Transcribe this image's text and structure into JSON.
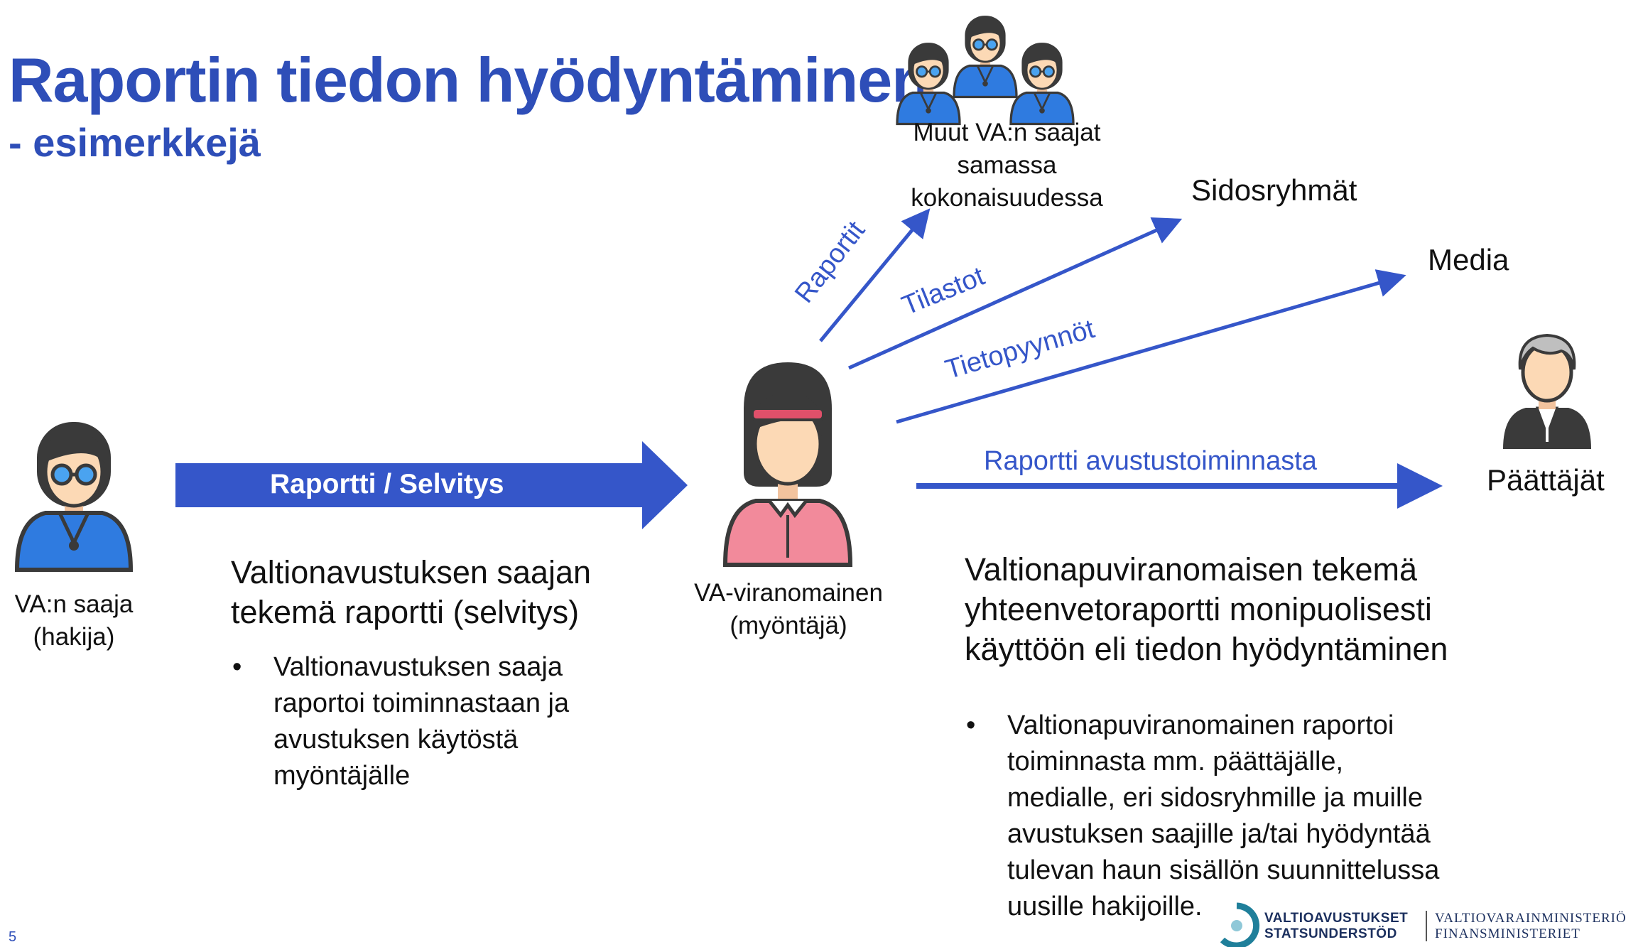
{
  "title": "Raportin tiedon hyödyntäminen",
  "subtitle": "- esimerkkejä",
  "actors": {
    "applicant": [
      "VA:n saaja",
      "(hakija)"
    ],
    "authority": [
      "VA-viranomainen",
      "(myöntäjä)"
    ],
    "others": [
      "Muut VA:n saajat",
      "samassa",
      "kokonaisuudessa"
    ],
    "stakeholders": "Sidosryhmät",
    "media": "Media",
    "decision_makers": "Päättäjät"
  },
  "main_arrow_label": "Raportti / Selvitys",
  "flows": {
    "reports": "Raportit",
    "statistics": "Tilastot",
    "info_requests": "Tietopyynnöt",
    "activity_report": "Raportti avustustoiminnasta"
  },
  "left_text": {
    "heading": [
      "Valtionavustuksen saajan",
      "tekemä raportti (selvitys)"
    ],
    "bullet_marker": "•",
    "bullet": [
      "Valtionavustuksen saaja",
      "raportoi toiminnastaan ja",
      "avustuksen käytöstä",
      "myöntäjälle"
    ]
  },
  "right_text": {
    "heading": [
      "Valtionapuviranomaisen tekemä",
      "yhteenvetoraportti monipuolisesti",
      "käyttöön eli tiedon hyödyntäminen"
    ],
    "bullet_marker": "•",
    "bullet": [
      "Valtionapuviranomainen raportoi",
      "toiminnasta mm. päättäjälle,",
      "medialle, eri sidosryhmille ja muille",
      "avustuksen saajille ja/tai hyödyntää",
      "tulevan haun sisällön suunnittelussa",
      "uusille hakijoille."
    ]
  },
  "logos": {
    "grants_line1": "VALTIOAVUSTUKSET",
    "grants_line2": "STATSUNDERSTÖD",
    "ministry_line1": "VALTIOVARAINMINISTERIÖ",
    "ministry_line2": "FINANSMINISTERIET"
  },
  "page_number": "5",
  "colors": {
    "accent": "#2e4eb8",
    "arrow": "#3556c9",
    "skin": "#fcd9b5",
    "hair": "#3a3a3a",
    "shirt_blue": "#2f7be0",
    "shirt_pink": "#f28a9b",
    "logo_teal": "#1f7f9a"
  }
}
